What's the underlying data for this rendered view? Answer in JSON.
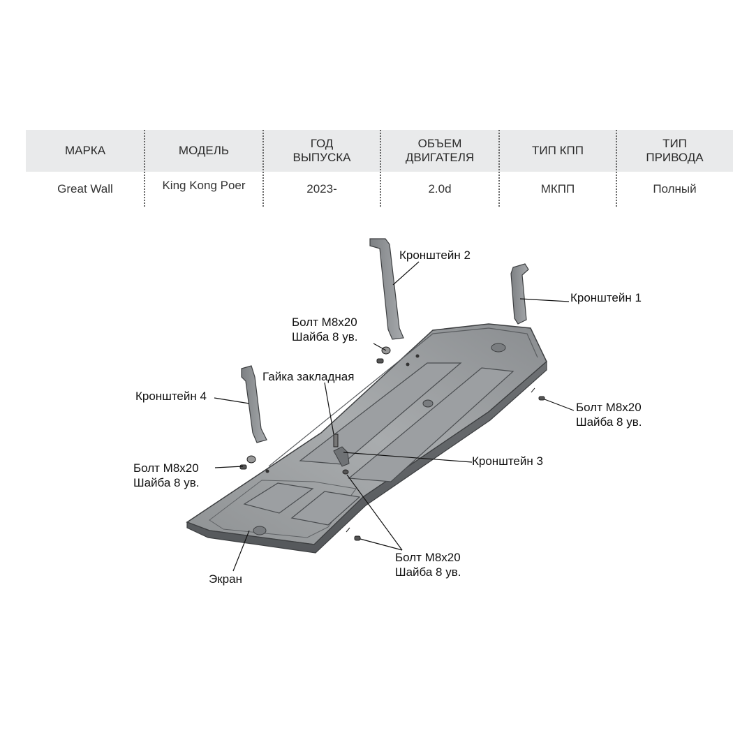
{
  "table": {
    "headers": [
      "МАРКА",
      "МОДЕЛЬ",
      "ГОД\nВЫПУСКА",
      "ОБЪЕМ\nДВИГАТЕЛЯ",
      "ТИП КПП",
      "ТИП\nПРИВОДА"
    ],
    "values": [
      "Great Wall",
      "King Kong Poer",
      "2023-",
      "2.0d",
      "МКПП",
      "Полный"
    ]
  },
  "labels": {
    "bracket2": "Кронштейн 2",
    "bracket1": "Кронштейн 1",
    "bracket4": "Кронштейн 4",
    "bracket3": "Кронштейн 3",
    "nut": "Гайка закладная",
    "screen": "Экран",
    "bolt": "Болт М8х20",
    "washer": "Шайба 8 ув."
  }
}
